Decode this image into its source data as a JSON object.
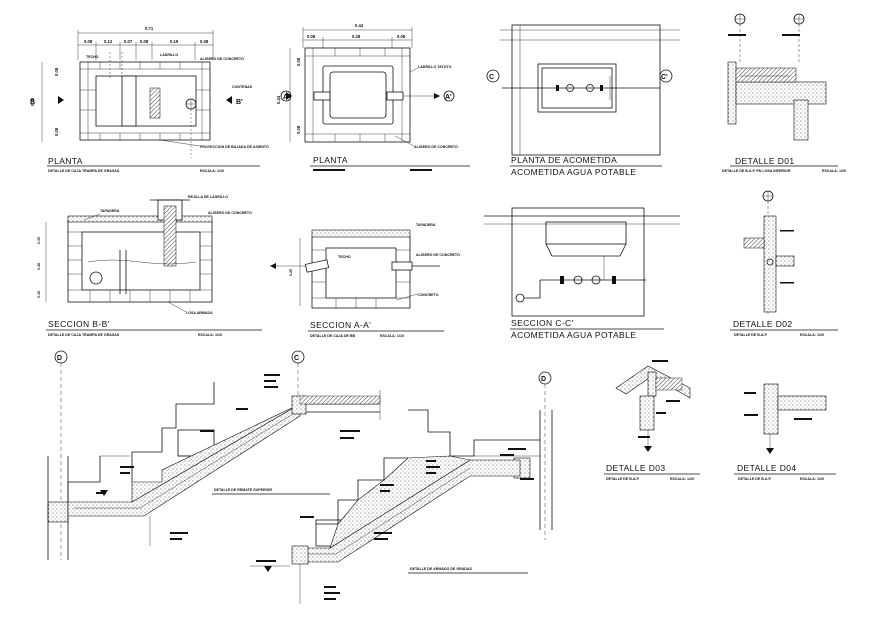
{
  "panels": {
    "planta1": {
      "title": "PLANTA",
      "subtitle": "DETALLE DE CAJA TRAMPA DE GRASAS",
      "scale": "ESCALA: 1/10",
      "dims_top": [
        "0.71",
        "0.08",
        "0.12",
        "0.07",
        "0.08",
        "0.19",
        "0.08"
      ],
      "dims_side": [
        "0.08",
        "0.38",
        "0.08"
      ],
      "labels": [
        "TECHO",
        "LADRILLO",
        "ALIGERO DE CONCRETO",
        "CONTENAS",
        "PROYECCION DE BAJADA DE ASIENTO"
      ]
    },
    "planta2": {
      "title": "PLANTA",
      "dims_top": [
        "0.44",
        "0.08",
        "0.28",
        "0.08"
      ],
      "dims_side": [
        "0.08",
        "0.44",
        "0.08"
      ],
      "labels": [
        "LADRILLO TAYOTO",
        "ALIGERO DE CONCRETO"
      ]
    },
    "acometida_plan": {
      "title": "PLANTA DE ACOMETIDA",
      "subtitle": "ACOMETIDA AGUA POTABLE"
    },
    "d01": {
      "title": "DETALLE D01",
      "subtitle": "DETALLE DE B.A.P. EN LOSA INFERIOR",
      "scale": "ESCALA: 1/20"
    },
    "seccion_bb": {
      "title": "SECCION B-B'",
      "subtitle": "DETALLE DE CAJA TRAMPA DE GRASAS",
      "scale": "ESCALA: 1/10",
      "labels": [
        "TAPADERA",
        "REJILLA DE LADRILLO",
        "ALIGERO DE CONCRETO",
        "LOSA ARMADA"
      ]
    },
    "seccion_aa": {
      "title": "SECCION A-A'",
      "subtitle": "DETALLE DE CAJA DE BB",
      "scale": "ESCALA: 1/10",
      "labels": [
        "TAPADERA",
        "TECHO",
        "ALIGERO DE CONCRETO",
        "CONCRETO"
      ]
    },
    "seccion_cc": {
      "title": "SECCION C-C'",
      "subtitle": "ACOMETIDA AGUA POTABLE"
    },
    "d02": {
      "title": "DETALLE D02",
      "subtitle": "DETALLE DE B.A.P.",
      "scale": "ESCALA: 1/20"
    },
    "remate": {
      "title": "DETALLE DE REMATE SUPERIOR"
    },
    "armado": {
      "title": "DETALLE DE ARMADO DE GRADAS"
    },
    "d03": {
      "title": "DETALLE D03",
      "subtitle": "DETALLE DE B.A.P.",
      "scale": "ESCALA: 1/20"
    },
    "d04": {
      "title": "DETALLE D04",
      "subtitle": "DETALLE DE B.A.P.",
      "scale": "ESCALA: 1/20"
    }
  },
  "grid_markers": {
    "a": "A",
    "a_prime": "A'",
    "b": "B",
    "b_prime": "B'",
    "c": "C",
    "c_prime": "C'",
    "d": "D"
  },
  "colors": {
    "ink": "#111111",
    "paper": "#ffffff"
  }
}
